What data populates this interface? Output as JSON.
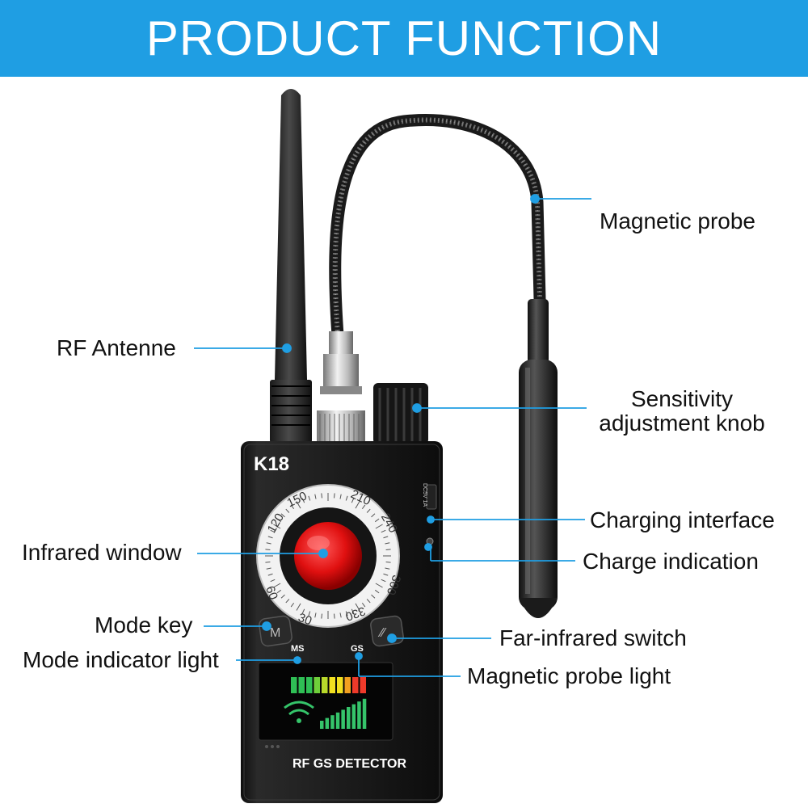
{
  "header": {
    "title": "PRODUCT FUNCTION"
  },
  "device": {
    "model": "K18",
    "dial_numbers": [
      "30",
      "60",
      "120",
      "150",
      "210",
      "240",
      "300",
      "330"
    ],
    "ms_label": "MS",
    "gs_label": "GS",
    "brand_text": "RF GS DETECTOR",
    "dc_text": "DC5V 1A",
    "m_key": "M"
  },
  "callouts": {
    "magnetic_probe": "Magnetic probe",
    "rf_antenne": "RF Antenne",
    "sensitivity_line1": "Sensitivity",
    "sensitivity_line2": "adjustment knob",
    "charging_interface": "Charging interface",
    "infrared_window": "Infrared window",
    "charge_indication": "Charge indication",
    "mode_key": "Mode key",
    "far_infrared_switch": "Far-infrared switch",
    "mode_indicator_light": "Mode indicator light",
    "magnetic_probe_light": "Magnetic probe light"
  },
  "colors": {
    "banner": "#1f9ee3",
    "callout_line": "#1f9ee3",
    "device_body": "#1c1c1c",
    "infrared_lens": "#e01010"
  }
}
